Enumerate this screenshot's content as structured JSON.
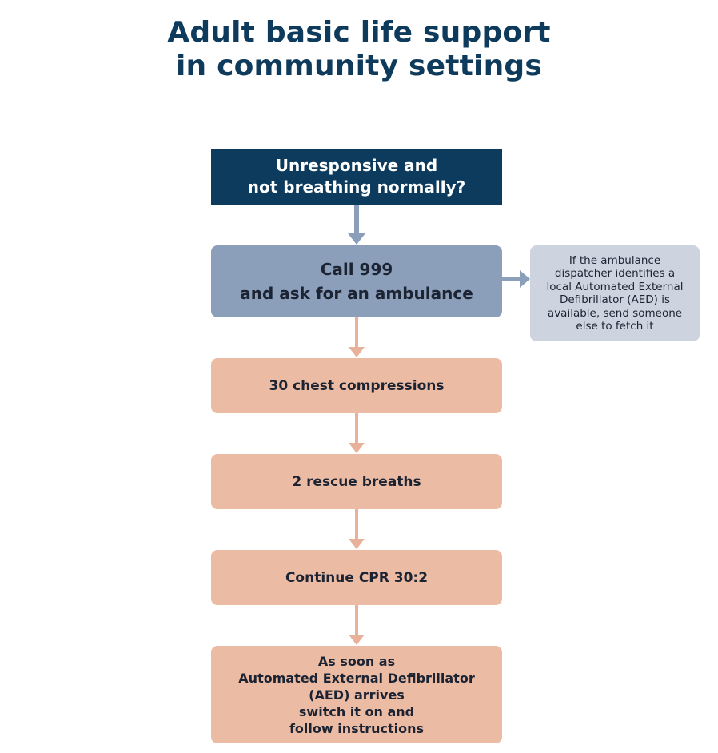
{
  "title": {
    "line1": "Adult basic life support",
    "line2": "in community settings"
  },
  "steps": [
    {
      "lines": [
        "Unresponsive and",
        "not breathing normally?"
      ]
    },
    {
      "lines": [
        "Call 999",
        "and ask for an ambulance"
      ]
    },
    {
      "lines": [
        "30 chest compressions"
      ]
    },
    {
      "lines": [
        "2 rescue breaths"
      ]
    },
    {
      "lines": [
        "Continue CPR 30:2"
      ]
    },
    {
      "lines": [
        "As soon as",
        "Automated External Defibrillator",
        "(AED) arrives",
        "switch it on and",
        "follow instructions"
      ]
    }
  ],
  "side_note": {
    "lines": [
      "If the ambulance",
      "dispatcher identifies a",
      "local Automated External",
      "Defibrillator (AED) is",
      "available, send someone",
      "else to fetch it"
    ]
  },
  "colors": {
    "title": "#0e3a5c",
    "start_box": "#0c3b5e",
    "call_box": "#8c9fba",
    "side_box": "#cdd4df",
    "cpr_boxes": "#ecbba4",
    "arrow_blue": "#8c9fba",
    "arrow_orange": "#e8b29a"
  }
}
